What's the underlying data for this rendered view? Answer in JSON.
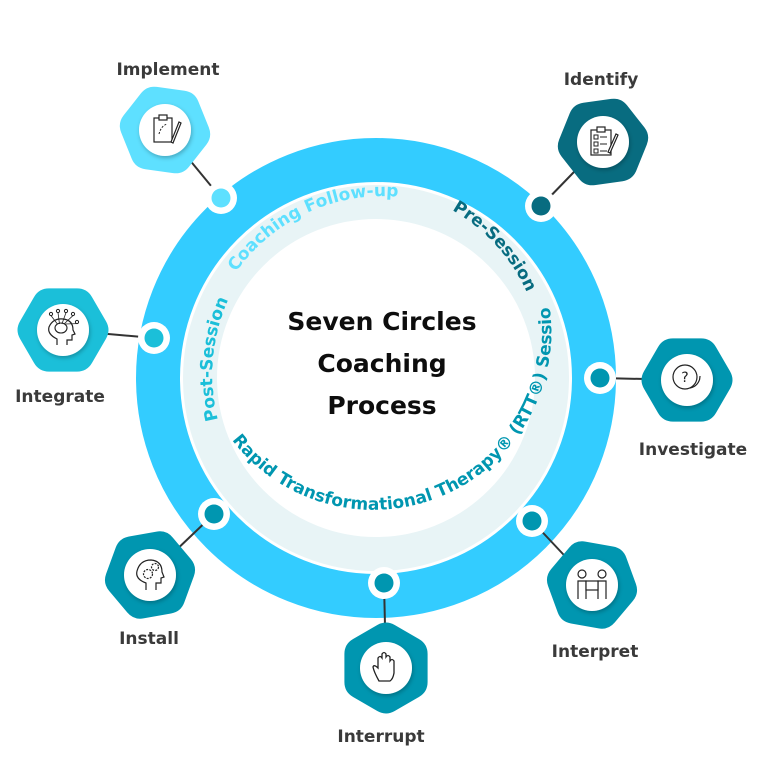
{
  "title": {
    "lines": [
      "Seven Circles",
      "Coaching",
      "Process"
    ]
  },
  "colors": {
    "ring_outer": "#33ccff",
    "ring_pale": "#e8f4f6",
    "light_cyan": "#5ee0ff",
    "mid_cyan": "#1bbfd9",
    "teal": "#0096b0",
    "dark_teal": "#086c80",
    "connector": "#333333",
    "label_text": "#3a3a3a"
  },
  "phases": [
    {
      "label": "Coaching Follow-up",
      "color": "#5ee0ff"
    },
    {
      "label": "Pre-Session",
      "color": "#086c80"
    },
    {
      "label": "Rapid Transformational Therapy® (RTT®) Session",
      "color": "#0096b0"
    },
    {
      "label": "Post-Session",
      "color": "#1bbfd9"
    }
  ],
  "steps": [
    {
      "label": "Implement",
      "icon": "clipboard-strategy-icon",
      "color": "#5ee0ff",
      "dot": "#5ee0ff"
    },
    {
      "label": "Identify",
      "icon": "checklist-clipboard-icon",
      "color": "#086c80",
      "dot": "#086c80"
    },
    {
      "label": "Investigate",
      "icon": "question-speech-bubbles-icon",
      "color": "#0096b0",
      "dot": "#0096b0"
    },
    {
      "label": "Interpret",
      "icon": "people-puzzle-icon",
      "color": "#0096b0",
      "dot": "#0096b0"
    },
    {
      "label": "Interrupt",
      "icon": "stop-hand-icon",
      "color": "#0096b0",
      "dot": "#0096b0"
    },
    {
      "label": "Install",
      "icon": "head-gears-icon",
      "color": "#0096b0",
      "dot": "#0096b0"
    },
    {
      "label": "Integrate",
      "icon": "brain-network-icon",
      "color": "#1bbfd9",
      "dot": "#1bbfd9"
    }
  ]
}
